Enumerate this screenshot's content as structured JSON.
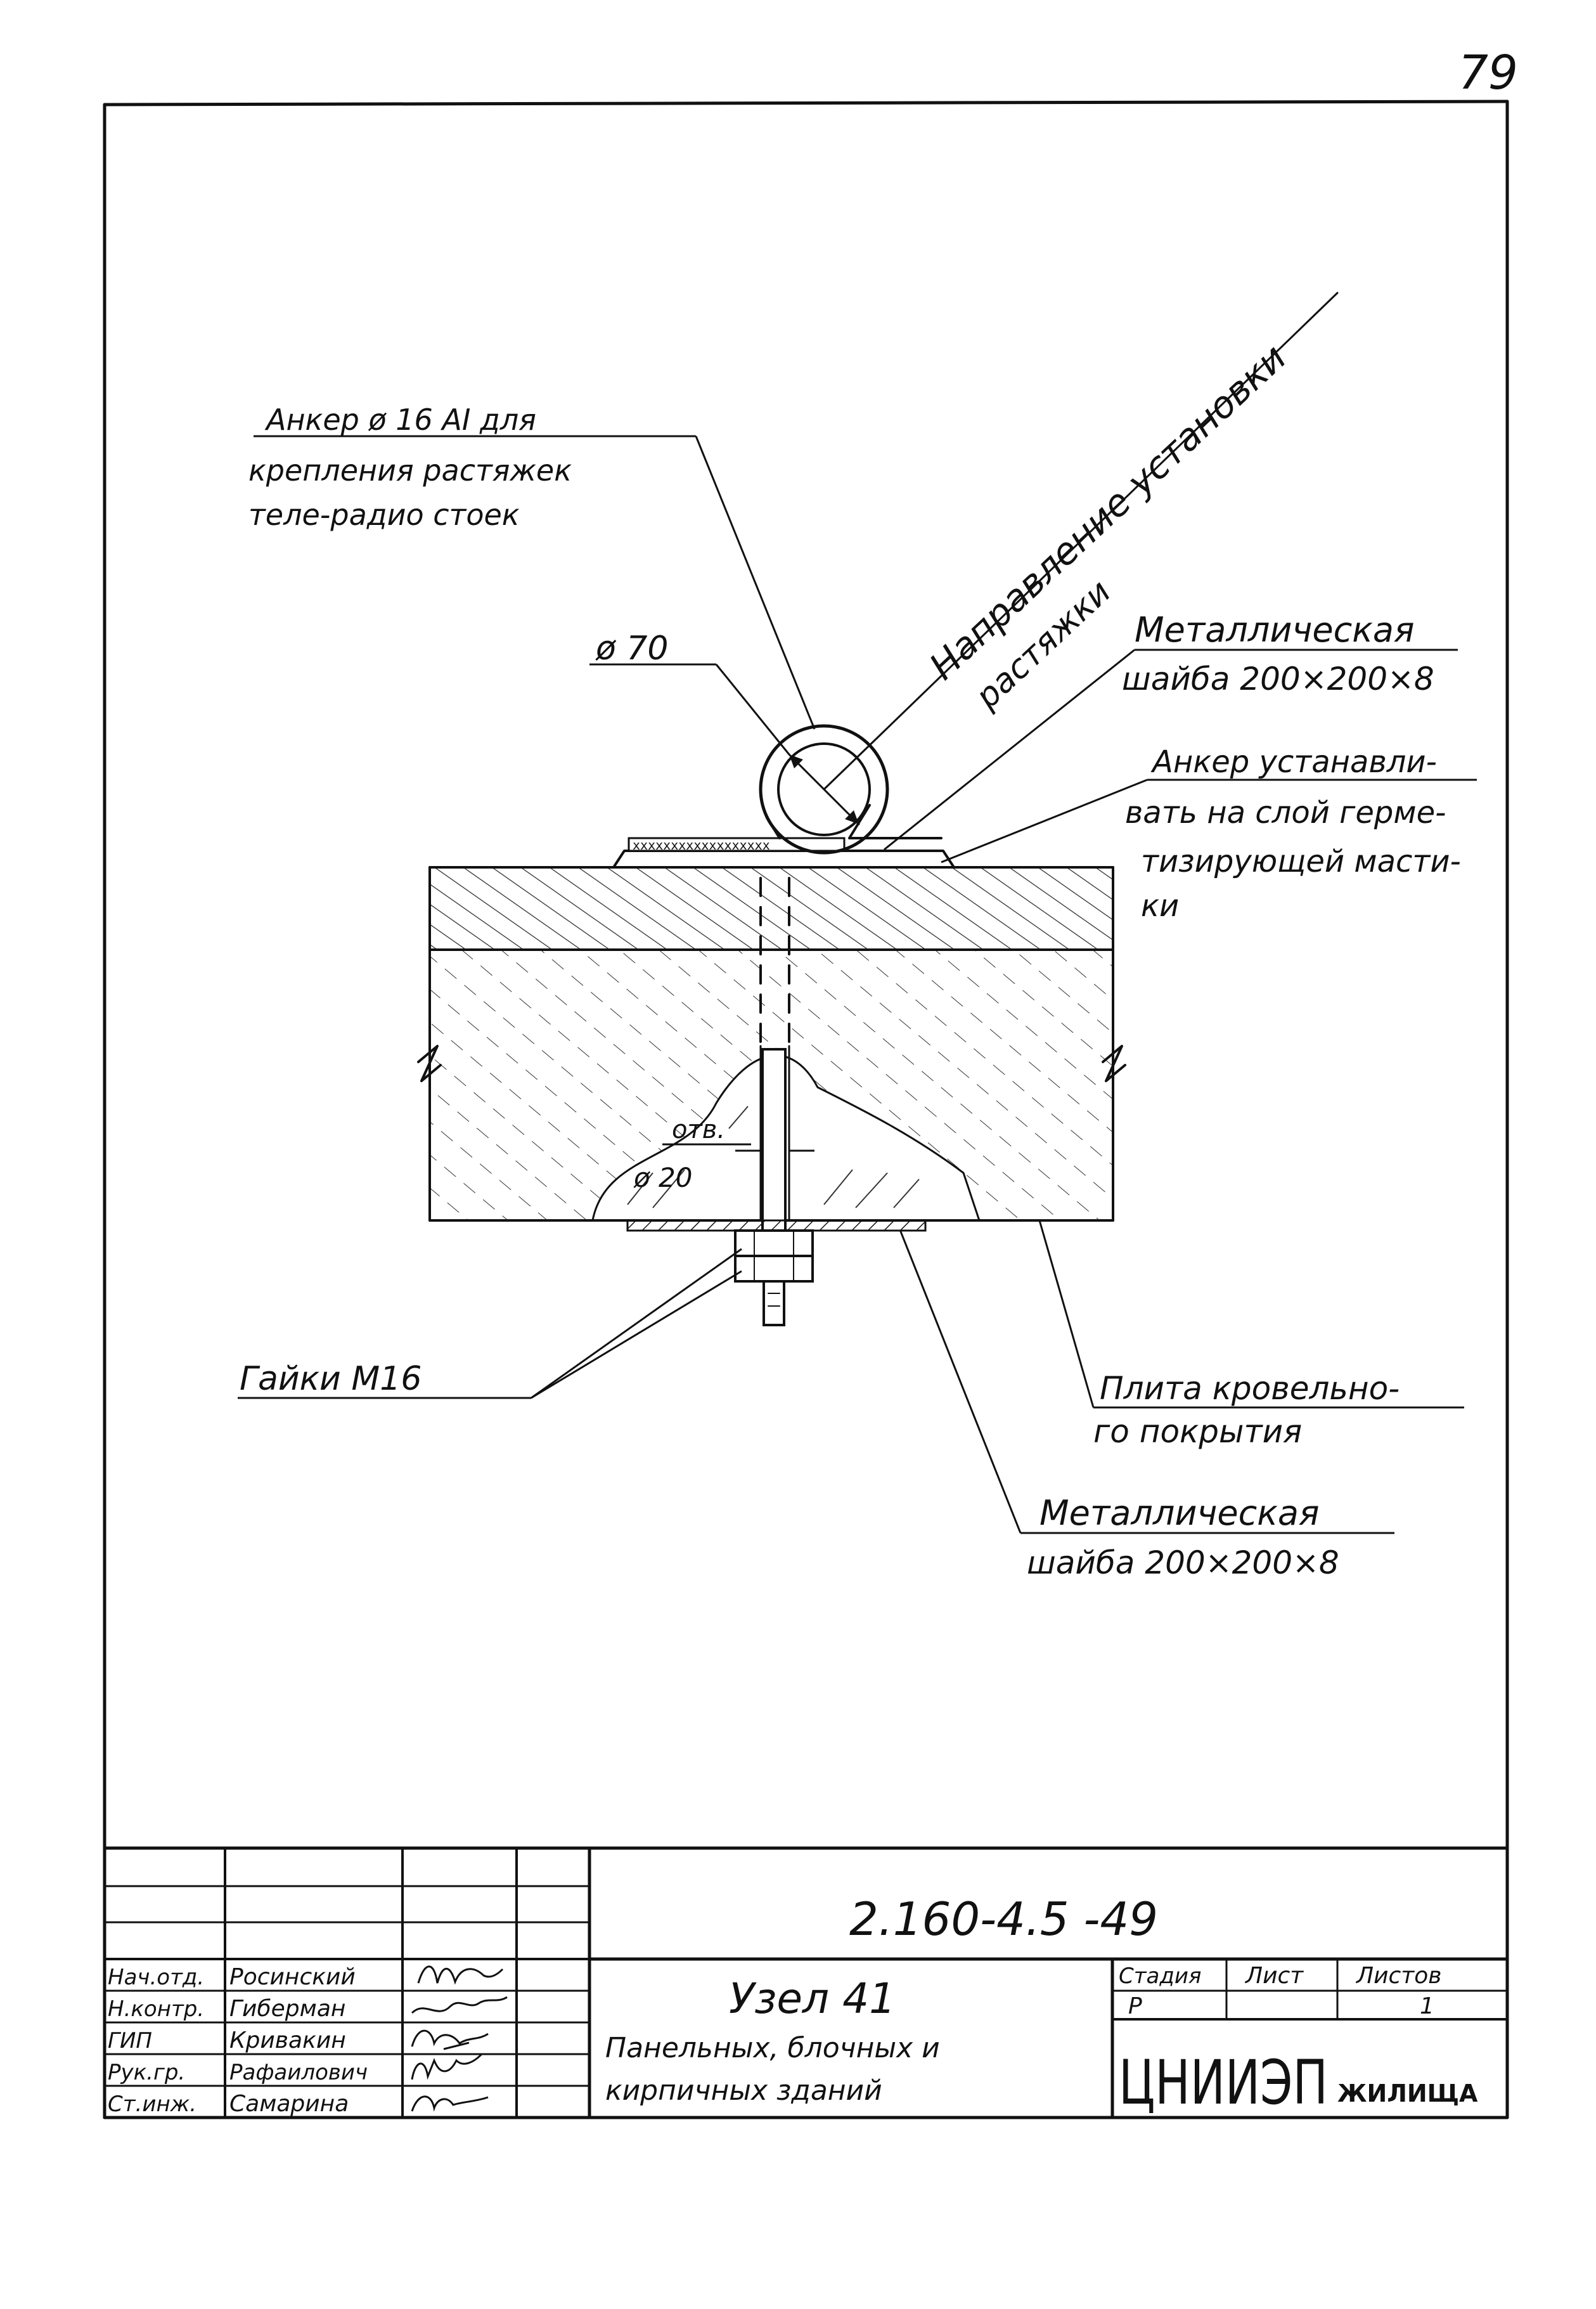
{
  "page_number": "79",
  "callouts": {
    "anchor_title": {
      "line1": "Анкер ø 16 AI для",
      "line2": "крепления растяжек",
      "line3": "теле-радио стоек"
    },
    "guy_direction": {
      "line1": "Направление установки",
      "line2": "растяжки"
    },
    "washer_top": {
      "line1": "Металлическая",
      "line2": "шайба 200×200×8"
    },
    "anchor_mount": {
      "line1": "Анкер устанавли-",
      "line2": "вать на слой герме-",
      "line3": "тизирующей масти-",
      "line4": "ки"
    },
    "ring_diameter": "ø 70",
    "hole": {
      "line1": "отв.",
      "line2": "ø 20"
    },
    "nuts": "Гайки М16",
    "slab": {
      "line1": "Плита кровельно-",
      "line2": "го покрытия"
    },
    "washer_bottom": {
      "line1": "Металлическая",
      "line2": "шайба 200×200×8"
    }
  },
  "title_block": {
    "code": "2.160-4.5 -49",
    "node_title": "Узел 41",
    "subtitle": {
      "line1": "Панельных, блочных и",
      "line2": "кирпичных зданий"
    },
    "staff": [
      {
        "role": "Нач.отд.",
        "name": "Росинский"
      },
      {
        "role": "Н.контр.",
        "name": "Гиберман"
      },
      {
        "role": "ГИП",
        "name": "Кривакин"
      },
      {
        "role": "Рук.гр.",
        "name": "Рафаилович"
      },
      {
        "role": "Ст.инж.",
        "name": "Самарина"
      }
    ],
    "stage_header": "Стадия",
    "sheet_header": "Лист",
    "sheets_header": "Листов",
    "stage_value": "Р",
    "sheet_value": "",
    "sheets_value": "1",
    "org": "ЦНИИЭП",
    "org_sub": "ЖИЛИЩА"
  }
}
